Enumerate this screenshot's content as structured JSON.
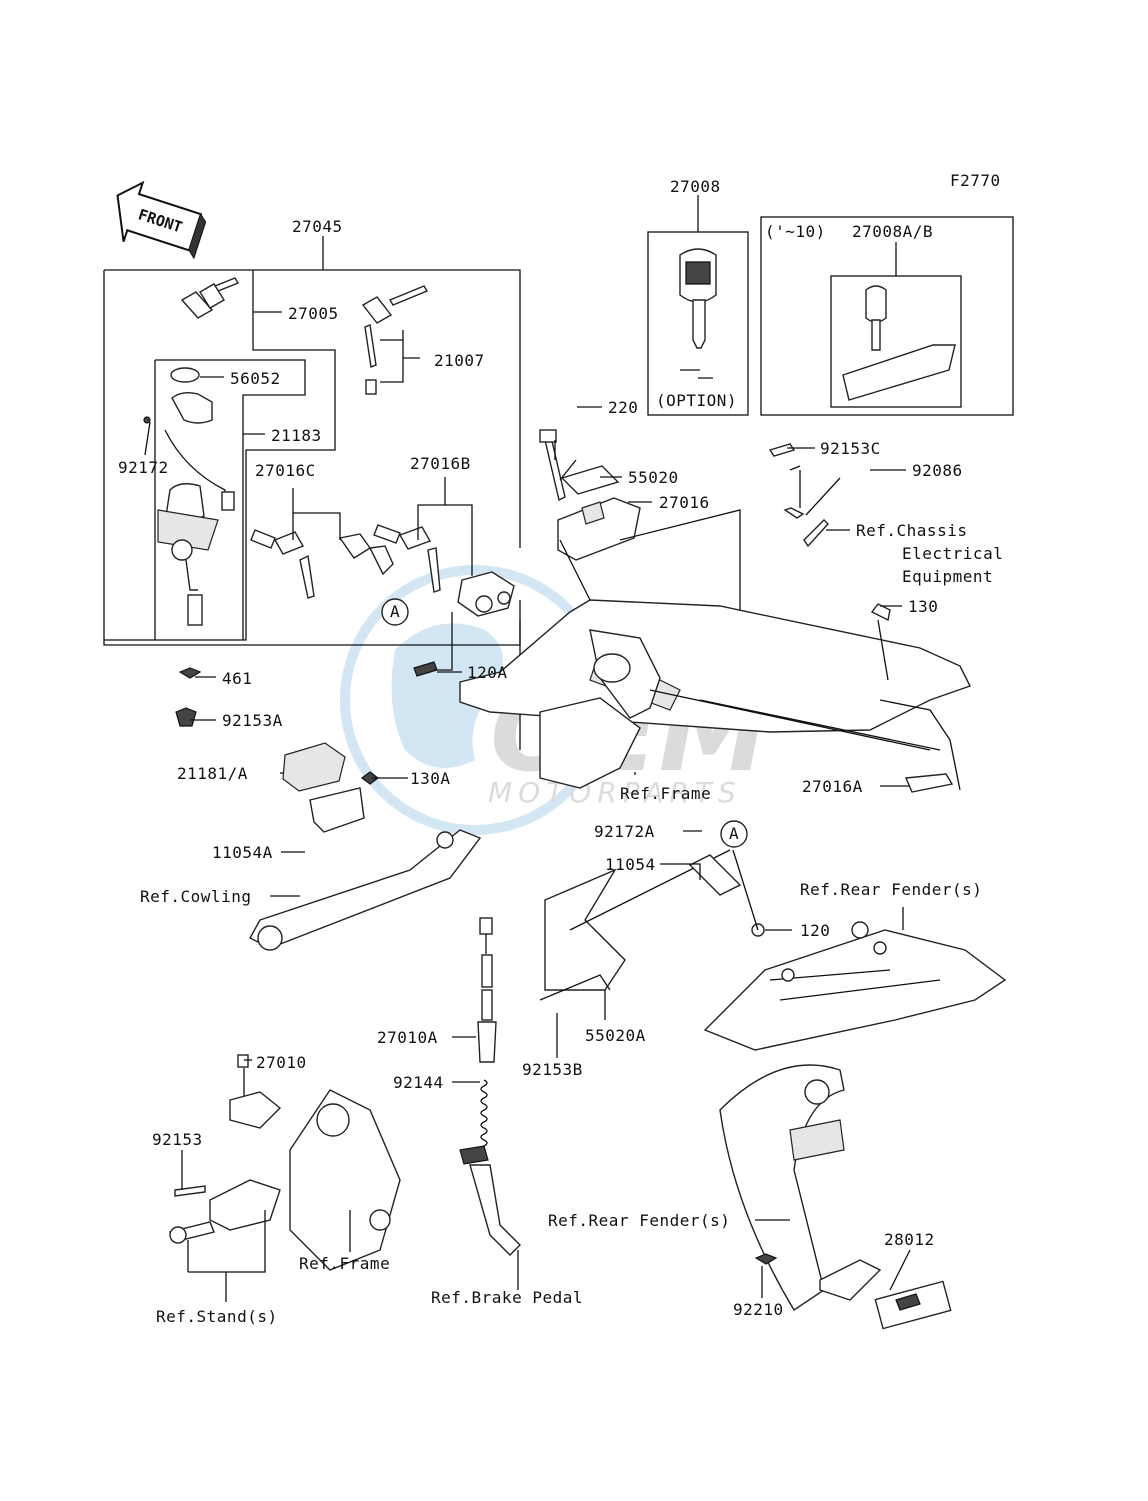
{
  "figure_code": "F2770",
  "front_label": "FRONT",
  "watermark": {
    "line1": "OEM",
    "line2": "MOTORPARTS"
  },
  "option_box": {
    "label": "(OPTION)"
  },
  "variant_box": {
    "label": "('~10)"
  },
  "callouts": {
    "p27045": "27045",
    "p27005": "27005",
    "p21007": "21007",
    "p56052": "56052",
    "p21183": "21183",
    "p92172": "92172",
    "p27016C": "27016C",
    "p27016B": "27016B",
    "circleA1": "A",
    "p120A": "120A",
    "p461": "461",
    "p92153A": "92153A",
    "p27008": "27008",
    "p27008AB": "27008A/B",
    "p220": "220",
    "p55020": "55020",
    "p27016": "27016",
    "p92153C": "92153C",
    "p92086": "92086",
    "refChassis1": "Ref.Chassis",
    "refChassis2": "Electrical",
    "refChassis3": "Equipment",
    "p130": "130",
    "p27016A": "27016A",
    "refFrame1": "Ref.Frame",
    "p21181A": "21181/A",
    "p130A": "130A",
    "p11054A": "11054A",
    "refCowling": "Ref.Cowling",
    "p92172A": "92172A",
    "circleA2": "A",
    "p11054": "11054",
    "refRearFender1": "Ref.Rear Fender(s)",
    "p120": "120",
    "p55020A": "55020A",
    "p92153B": "92153B",
    "p27010A": "27010A",
    "p92144": "92144",
    "p27010": "27010",
    "p92153": "92153",
    "refFrame2": "Ref.Frame",
    "refStand": "Ref.Stand(s)",
    "refBrakePedal": "Ref.Brake Pedal",
    "refRearFender2": "Ref.Rear Fender(s)",
    "p28012": "28012",
    "p92210": "92210"
  }
}
